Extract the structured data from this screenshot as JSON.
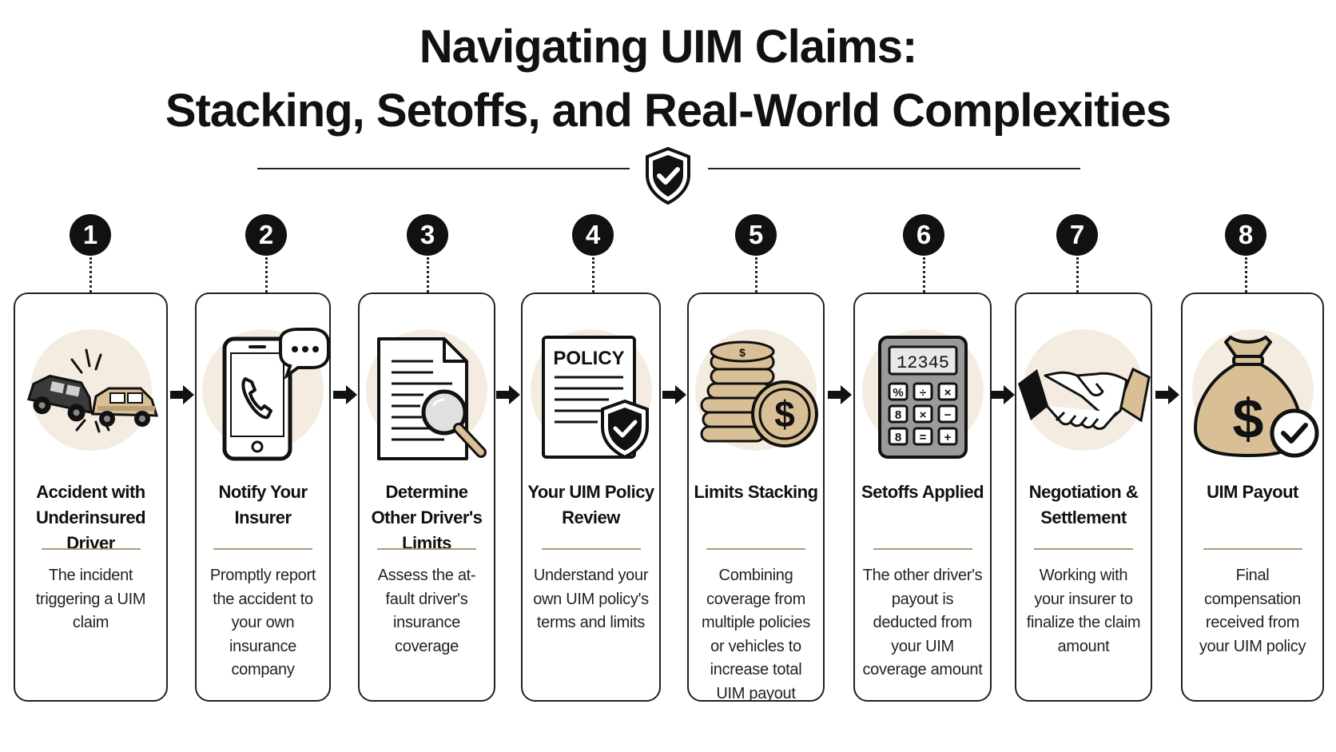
{
  "header": {
    "title_line1": "Navigating UIM Claims:",
    "title_line2": "Stacking, Setoffs, and Real-World Complexities"
  },
  "icons": {
    "header": "shield-check-icon",
    "connector": "arrow-right-icon"
  },
  "colors": {
    "ink": "#111111",
    "accent_tan": "#d8bf96",
    "halo": "#f4ece0",
    "separator": "#b09a78"
  },
  "steps": [
    {
      "number": "1",
      "title": "Accident with Underinsured Driver",
      "description": "The incident triggering a UIM claim",
      "icon": "car-collision-icon"
    },
    {
      "number": "2",
      "title": "Notify Your Insurer",
      "description": "Promptly report the accident to your own insurance company",
      "icon": "phone-call-icon"
    },
    {
      "number": "3",
      "title": "Determine Other Driver's Limits",
      "description": "Assess the at-fault driver's insurance coverage",
      "icon": "document-search-icon"
    },
    {
      "number": "4",
      "title": "Your UIM Policy Review",
      "description": "Understand your own UIM policy's terms and limits",
      "icon": "policy-shield-icon",
      "icon_text": "POLICY"
    },
    {
      "number": "5",
      "title": "Limits Stacking",
      "description": "Combining coverage from multiple policies or vehicles to increase total UIM payout",
      "icon": "coin-stack-icon"
    },
    {
      "number": "6",
      "title": "Setoffs Applied",
      "description": "The other driver's payout is deducted from your UIM coverage amount",
      "icon": "calculator-icon",
      "icon_text": "12345"
    },
    {
      "number": "7",
      "title": "Negotiation & Settlement",
      "description": "Working with your insurer to finalize the claim amount",
      "icon": "handshake-icon"
    },
    {
      "number": "8",
      "title": "UIM Payout",
      "description": "Final compensation received from your UIM policy",
      "icon": "money-bag-icon"
    }
  ]
}
